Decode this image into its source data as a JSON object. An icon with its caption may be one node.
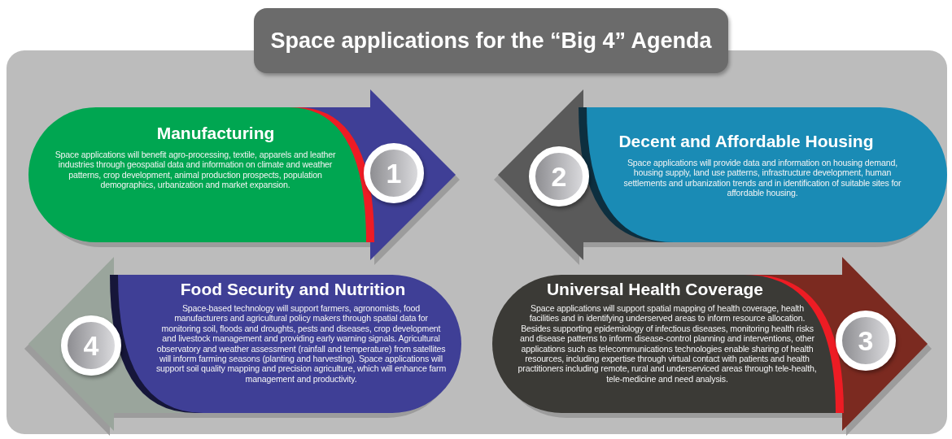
{
  "diagram": {
    "title": "Space applications for the “Big 4” Agenda",
    "nodes": [
      {
        "text": [
          "Manufacturing",
          "Space applications will benefit agro-processing, textile, apparels and leather industries through geospatial data and information on climate and weather patterns, crop development, animal production prospects, population demographics, urbanization and market expansion."
        ]
      },
      {
        "text": [
          "1"
        ],
        "in": 0
      },
      {
        "text": [
          "Decent and Affordable Housing",
          "Space applications will provide data and information on housing demand, housing supply, land use  patterns, infrastructure development, human settlements and urbanization trends and in identification of suitable sites for affordable housing."
        ]
      },
      {
        "text": [
          "2"
        ],
        "in": 2
      },
      {
        "text": [
          "Food Security and Nutrition",
          "Space-based technology will support farmers, agronomists, food manufacturers and agricultural policy makers through spatial data for monitoring soil, floods and droughts, pests and diseases, crop development and livestock management and providing early warning signals. Agricultural observatory and weather assessment (rainfall and temperature) from satellites will inform farming seasons (planting and harvesting). Space applications will support soil quality mapping and precision agriculture, which will enhance farm management and productivity."
        ]
      },
      {
        "text": [
          "4"
        ],
        "in": 4
      },
      {
        "text": [
          "Universal Health Coverage",
          "Space applications will support spatial mapping of health coverage, health facilities and in identifying underserved areas to inform resource allocation. Besides supporting epidemiology of infectious diseases, monitoring health risks and disease patterns to inform disease-control planning and interventions, other applications such as telecommunications technologies enable sharing of health resources, including expertise through virtual contact with patients and health practitioners including remote, rural and underserviced areas through tele-health, tele-medicine and need analysis."
        ]
      },
      {
        "text": [
          "3"
        ],
        "in": 6
      }
    ],
    "edges": []
  }
}
